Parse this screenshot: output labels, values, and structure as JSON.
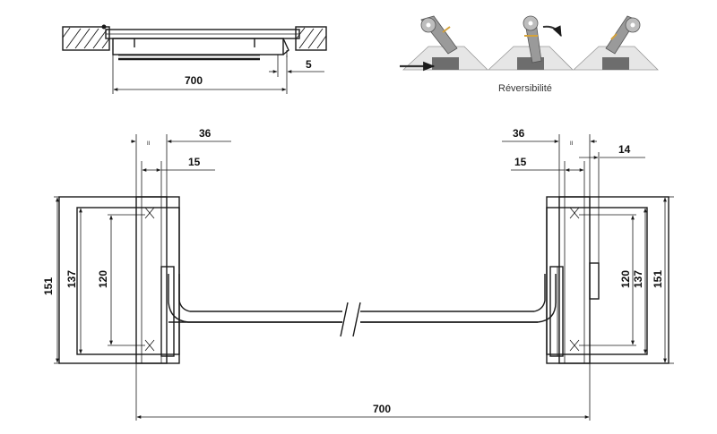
{
  "top_view": {
    "width_label": "700",
    "offset_label": "5"
  },
  "reversibility": {
    "caption": "Réversibilité"
  },
  "front_view": {
    "overall_width_label": "700",
    "left_outer_label": "36",
    "left_inner_label": "15",
    "right_outer_label": "36",
    "right_inner_label": "15",
    "right_offset_label": "14",
    "left_height_151": "151",
    "left_height_137": "137",
    "left_height_120": "120",
    "right_height_120": "120",
    "right_height_137": "137",
    "right_height_151": "151"
  }
}
